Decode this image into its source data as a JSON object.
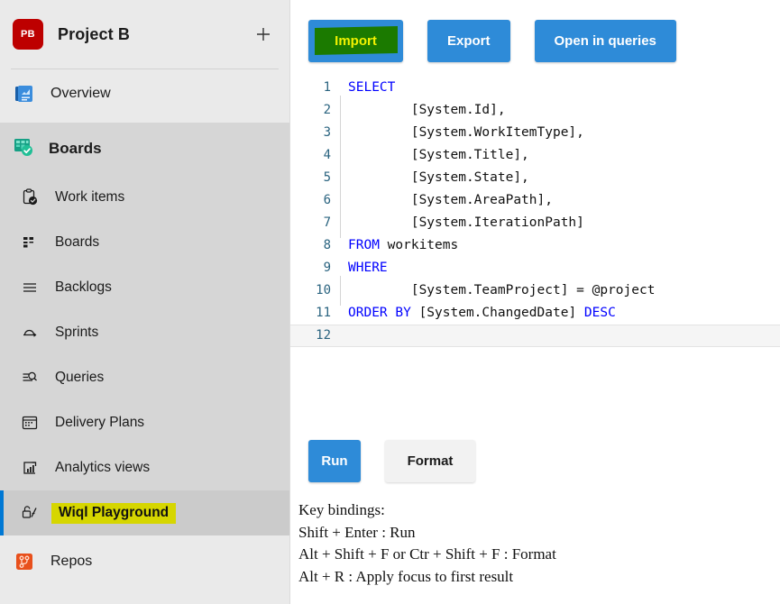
{
  "sidebar": {
    "project": {
      "initials": "PB",
      "name": "Project B",
      "add_label": "+",
      "add_icon": "plus-icon"
    },
    "overview": {
      "label": "Overview",
      "icon": "overview-icon"
    },
    "boards_header": {
      "label": "Boards",
      "icon": "boards-icon"
    },
    "board_items": [
      {
        "label": "Work items",
        "icon": "work-items-icon",
        "selected": false
      },
      {
        "label": "Boards",
        "icon": "boards-grid-icon",
        "selected": false
      },
      {
        "label": "Backlogs",
        "icon": "backlogs-icon",
        "selected": false
      },
      {
        "label": "Sprints",
        "icon": "sprints-icon",
        "selected": false
      },
      {
        "label": "Queries",
        "icon": "queries-icon",
        "selected": false
      },
      {
        "label": "Delivery Plans",
        "icon": "delivery-plans-icon",
        "selected": false
      },
      {
        "label": "Analytics views",
        "icon": "analytics-views-icon",
        "selected": false
      },
      {
        "label": "Wiql Playground",
        "icon": "wiql-playground-icon",
        "selected": true
      }
    ],
    "repos": {
      "label": "Repos",
      "icon": "repos-icon"
    },
    "colors": {
      "project_logo": "#bd0000",
      "selection_bar": "#0078d4",
      "highlight": "#d6d600",
      "section_bg": "#d6d6d6",
      "panel_bg": "#eaeaea"
    }
  },
  "toolbar": {
    "import_label": "Import",
    "export_label": "Export",
    "open_in_queries_label": "Open in queries",
    "import_highlight_color": "#1b7a00",
    "import_text_color": "#f2f200",
    "button_color": "#2e8bd8"
  },
  "editor": {
    "lines": [
      {
        "no": "1",
        "text": "SELECT",
        "indented": false,
        "keyword": "SELECT",
        "rest": ""
      },
      {
        "no": "2",
        "text": "        [System.Id],",
        "indented": true
      },
      {
        "no": "3",
        "text": "        [System.WorkItemType],",
        "indented": true
      },
      {
        "no": "4",
        "text": "        [System.Title],",
        "indented": true
      },
      {
        "no": "5",
        "text": "        [System.State],",
        "indented": true
      },
      {
        "no": "6",
        "text": "        [System.AreaPath],",
        "indented": true
      },
      {
        "no": "7",
        "text": "        [System.IterationPath]",
        "indented": true
      },
      {
        "no": "8",
        "text": "FROM workitems",
        "indented": false,
        "keyword": "FROM",
        "rest": " workitems"
      },
      {
        "no": "9",
        "text": "WHERE",
        "indented": false,
        "keyword": "WHERE",
        "rest": ""
      },
      {
        "no": "10",
        "text": "        [System.TeamProject] = @project",
        "indented": true
      },
      {
        "no": "11",
        "text": "ORDER BY [System.ChangedDate] DESC",
        "indented": false,
        "keyword": "ORDER BY",
        "rest": " [System.ChangedDate] ",
        "keyword2": "DESC"
      },
      {
        "no": "12",
        "text": "",
        "indented": true,
        "current": true
      }
    ]
  },
  "actions": {
    "run_label": "Run",
    "format_label": "Format"
  },
  "keybindings": {
    "title": "Key bindings:",
    "lines": [
      "Shift + Enter : Run",
      "Alt + Shift + F or Ctr + Shift + F : Format",
      "Alt + R : Apply focus to first result"
    ]
  }
}
